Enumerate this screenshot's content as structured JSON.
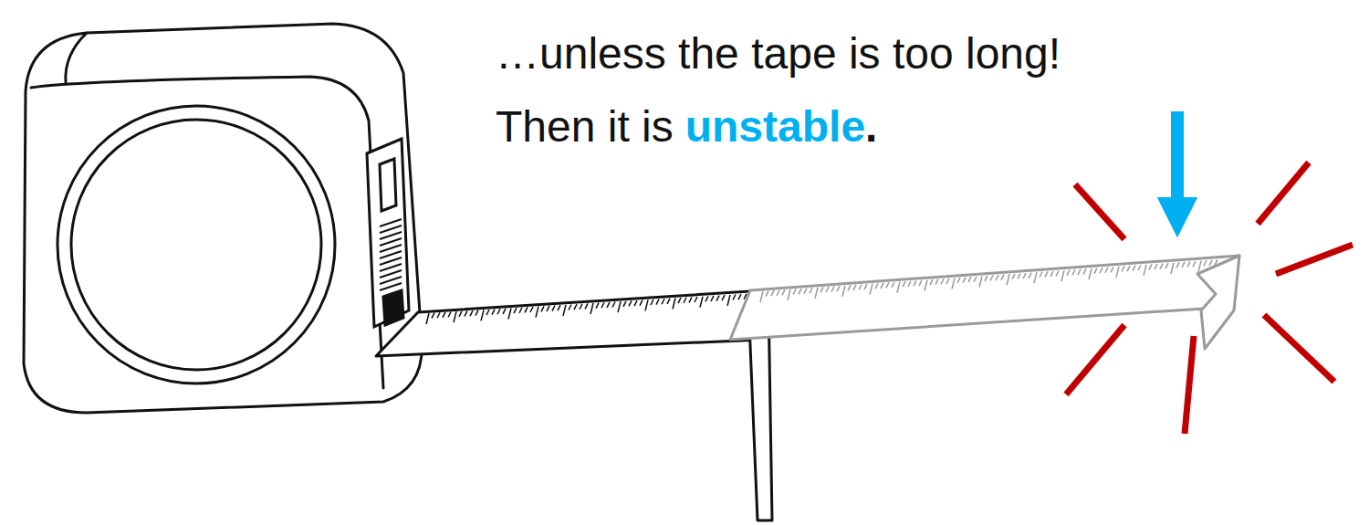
{
  "diagram": {
    "labels": [
      "…unless the tape is too long!",
      "Then it is",
      "unstable",
      "."
    ]
  }
}
